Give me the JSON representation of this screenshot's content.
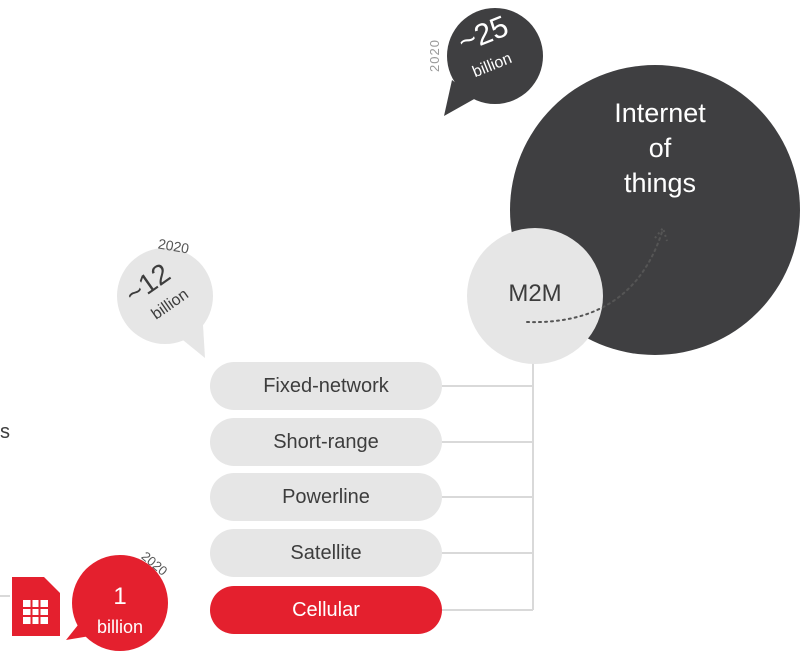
{
  "bubble_25": {
    "year": "2020",
    "value": "~25",
    "unit": "billion"
  },
  "iot": {
    "line1": "Internet",
    "line2": "of",
    "line3": "things"
  },
  "bubble_12": {
    "year": "2020",
    "value": "~12",
    "unit": "billion"
  },
  "m2m": {
    "label": "M2M"
  },
  "networks": [
    "Fixed-network",
    "Short-range",
    "Powerline",
    "Satellite",
    "Cellular"
  ],
  "bubble_1": {
    "year": "2020",
    "value": "1",
    "unit": "billion"
  },
  "left_edge_text": "s",
  "colors": {
    "accent": "#e4202e",
    "dark": "#3f3f41",
    "light": "#e6e6e6"
  },
  "icons": [
    "sim-card-icon"
  ]
}
